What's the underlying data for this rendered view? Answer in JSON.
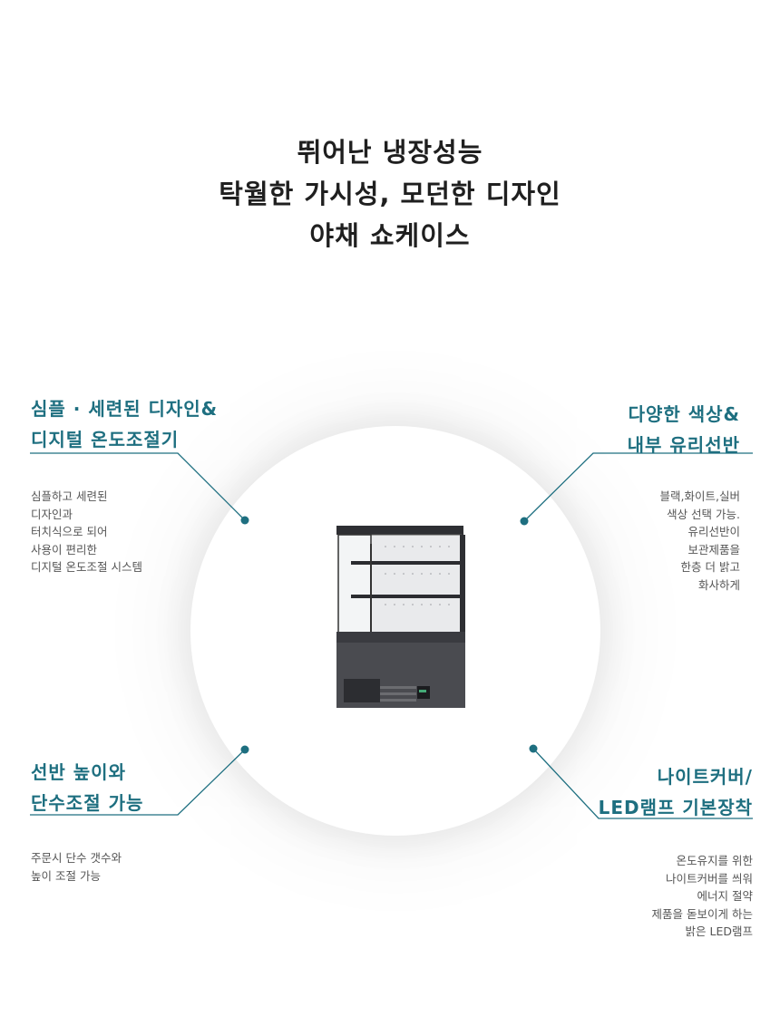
{
  "title": {
    "line1": "뛰어난 냉장성능",
    "line2": "탁월한 가시성, 모던한 디자인",
    "line3": "야채 쇼케이스"
  },
  "features": {
    "top_left": {
      "heading1": "심플 · 세련된 디자인&",
      "heading2": "디지털 온도조절기",
      "lines": [
        "심플하고 세련된",
        "디자인과",
        "터치식으로 되어",
        "사용이 편리한",
        "디지털 온도조절 시스템"
      ]
    },
    "top_right": {
      "heading1": "다양한 색상&",
      "heading2": "내부 유리선반",
      "lines": [
        "블랙,화이트,실버",
        "색상 선택 가능.",
        "유리선반이",
        "보관제품을",
        "한층 더 밝고",
        "화사하게"
      ]
    },
    "bottom_left": {
      "heading1": "선반 높이와",
      "heading2": "단수조절 가능",
      "lines": [
        "주문시 단수 갯수와",
        "높이 조절 가능"
      ]
    },
    "bottom_right": {
      "heading1": "나이트커버/",
      "heading2": "LED램프 기본장착",
      "lines": [
        "온도유지를 위한",
        "나이트커버를 씌워",
        "에너지 절약",
        "제품을 돋보이게 하는",
        "밝은 LED램프"
      ]
    }
  },
  "colors": {
    "accent": "#1e6f80",
    "body_text": "#555555",
    "title_text": "#1f1f1f"
  }
}
